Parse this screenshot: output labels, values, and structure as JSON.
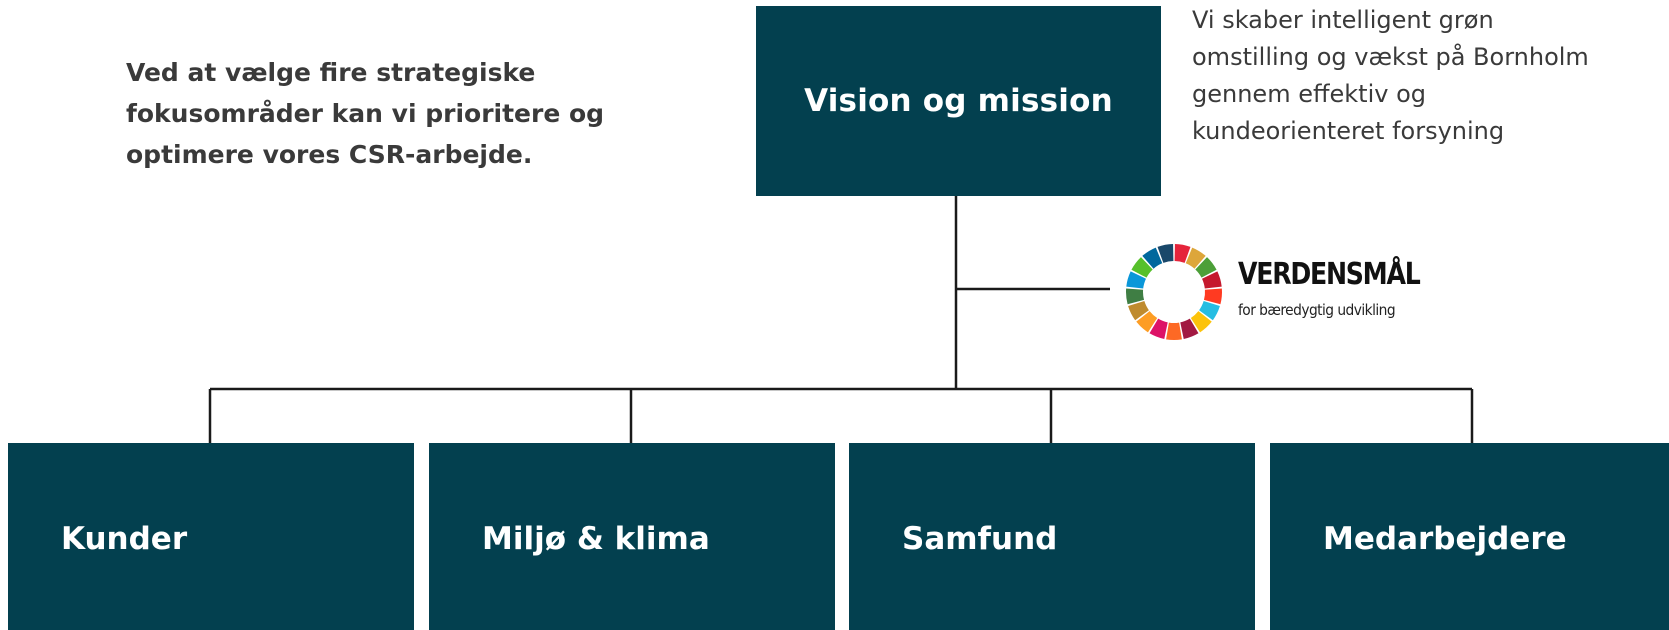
{
  "intro_text": "Ved at vælge fire strategiske fokusområder kan vi prioritere og optimere vores CSR-arbejde.",
  "vision": {
    "title": "Vision og mission",
    "text": "Vi skaber intelligent grøn omstilling og vækst på Bornholm gennem effektiv og kundeorienteret forsyning"
  },
  "sdg_logo": {
    "title": "VERDENSMÅL",
    "subtitle": "for bæredygtig udvikling",
    "colors": [
      "#e5243b",
      "#dda63a",
      "#4c9f38",
      "#c5192d",
      "#ff3a21",
      "#26bde2",
      "#fcc30b",
      "#a21942",
      "#fd6925",
      "#dd1367",
      "#fd9d24",
      "#bf8b2e",
      "#3f7e44",
      "#0a97d9",
      "#56c02b",
      "#00689d",
      "#19486a"
    ]
  },
  "focus_areas": [
    {
      "label": "Kunder"
    },
    {
      "label": "Miljø & klima"
    },
    {
      "label": "Samfund"
    },
    {
      "label": "Medarbejdere"
    }
  ],
  "colors": {
    "box": "#03404f",
    "line": "#1a1a1a"
  }
}
